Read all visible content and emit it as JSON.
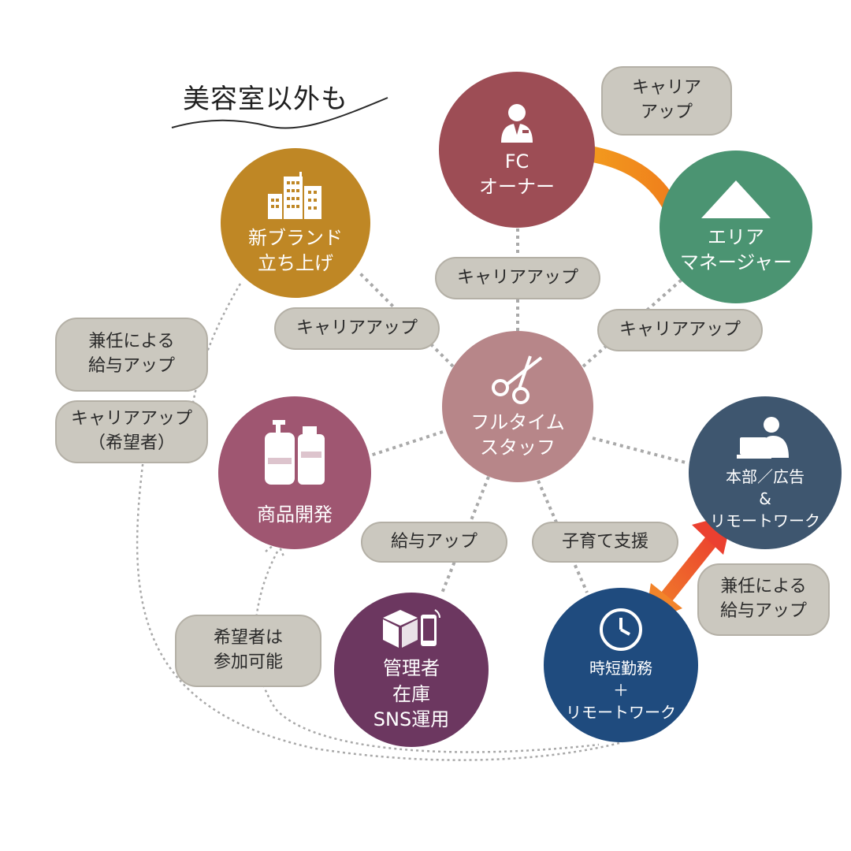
{
  "title": "美容室以外も",
  "nodes": {
    "owner": {
      "label": "FC\nオーナー",
      "icon": "businessman-icon",
      "color": "#9d4d55"
    },
    "area": {
      "label": "エリア\nマネージャー",
      "icon": "triangle-up-icon",
      "color": "#4b9472"
    },
    "brand": {
      "label": "新ブランド\n立ち上げ",
      "icon": "buildings-icon",
      "color": "#bf8725"
    },
    "staff": {
      "label": "フルタイム\nスタッフ",
      "icon": "scissors-icon",
      "color": "#b78689"
    },
    "product": {
      "label": "商品開発",
      "icon": "shampoo-bottles-icon",
      "color": "#9f5671"
    },
    "hq": {
      "label": "本部／広告\n&\nリモートワーク",
      "icon": "person-laptop-icon",
      "color": "#3e566f"
    },
    "manager": {
      "label": "管理者\n在庫\nSNS運用",
      "icon": "box-phone-icon",
      "color": "#6c3760"
    },
    "short": {
      "label": "時短勤務\n＋\nリモートワーク",
      "icon": "clock-icon",
      "color": "#1f4b7e"
    }
  },
  "pills": {
    "career_top": "キャリア\nアップ",
    "career_center": "キャリアアップ",
    "career_left": "キャリアアップ",
    "career_right": "キャリアアップ",
    "kennin_left": "兼任による\n給与アップ",
    "career_kibou": "キャリアアップ\n（希望者）",
    "salary_up": "給与アップ",
    "childcare": "子育て支援",
    "kennin_right": "兼任による\n給与アップ",
    "kibousha": "希望者は\n参加可能"
  },
  "colors": {
    "pill_bg": "#cbc8bf",
    "arrow_orange": "#f29a1f",
    "arrow_red": "#ee5a2e",
    "dotted_line": "#a9a9a9"
  }
}
